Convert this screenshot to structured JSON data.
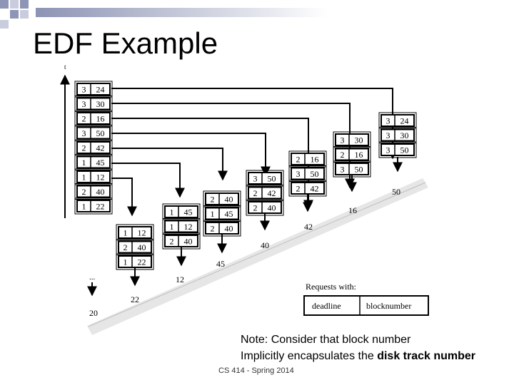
{
  "slide": {
    "title": "EDF Example",
    "footer": "CS 414 - Spring 2014",
    "note": {
      "line1": "Note: Consider that block number",
      "line2_prefix": "Implicitly encapsulates the ",
      "line2_bold": "disk track number"
    }
  },
  "diagram": {
    "time_axis_label": "t",
    "continuation_mark": "...",
    "legend": {
      "title": "Requests with:",
      "fields": [
        "deadline",
        "blocknumber"
      ]
    },
    "initial_queue": [
      [
        "3",
        "24"
      ],
      [
        "3",
        "30"
      ],
      [
        "2",
        "16"
      ],
      [
        "3",
        "50"
      ],
      [
        "2",
        "42"
      ],
      [
        "1",
        "45"
      ],
      [
        "1",
        "12"
      ],
      [
        "2",
        "40"
      ],
      [
        "1",
        "22"
      ]
    ],
    "queue_snapshots": [
      {
        "requests": [
          [
            "1",
            "12"
          ],
          [
            "2",
            "40"
          ],
          [
            "1",
            "22"
          ]
        ],
        "served_track": "22"
      },
      {
        "requests": [
          [
            "1",
            "45"
          ],
          [
            "1",
            "12"
          ],
          [
            "2",
            "40"
          ]
        ],
        "served_track": "12"
      },
      {
        "requests": [
          [
            "2",
            "40"
          ],
          [
            "1",
            "45"
          ],
          [
            "2",
            "40"
          ]
        ],
        "served_track": "45"
      },
      {
        "requests": [
          [
            "3",
            "50"
          ],
          [
            "2",
            "42"
          ],
          [
            "2",
            "40"
          ]
        ],
        "served_track": "40"
      },
      {
        "requests": [
          [
            "2",
            "16"
          ],
          [
            "3",
            "50"
          ],
          [
            "2",
            "42"
          ]
        ],
        "served_track": "42"
      },
      {
        "requests": [
          [
            "3",
            "30"
          ],
          [
            "2",
            "16"
          ],
          [
            "3",
            "50"
          ]
        ],
        "served_track": "16"
      },
      {
        "requests": [
          [
            "3",
            "24"
          ],
          [
            "3",
            "30"
          ],
          [
            "3",
            "50"
          ]
        ],
        "served_track": "50"
      }
    ],
    "start_track": "20"
  }
}
